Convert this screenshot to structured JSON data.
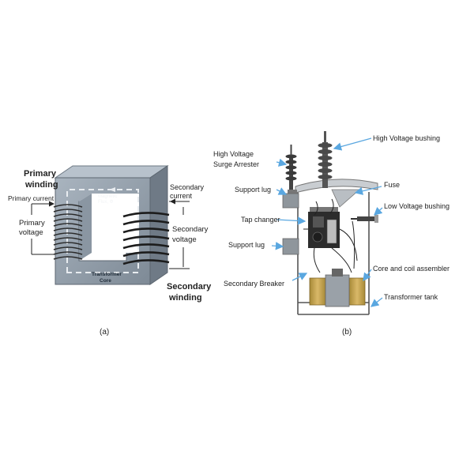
{
  "panel_a": {
    "labels": {
      "primary_winding": [
        "Primary",
        "winding"
      ],
      "primary_current": "Primary current",
      "primary_voltage": [
        "Primary",
        "voltage"
      ],
      "magnetic_flux": [
        "Magnetic",
        "Flux, Φ"
      ],
      "transformer_core": [
        "Transformer",
        "Core"
      ],
      "secondary_current": [
        "Secondary",
        "current"
      ],
      "secondary_voltage": [
        "Secondary",
        "voltage"
      ],
      "secondary_winding": [
        "Secondary",
        "winding"
      ]
    },
    "caption": "(a)",
    "colors": {
      "core": "#8d9aa6",
      "core_light": "#b4bec8",
      "core_dark": "#6d7883",
      "winding": "#2a2a2a"
    }
  },
  "panel_b": {
    "labels": {
      "hv_bushing": "High Voltage bushing",
      "hv_surge_arrester": [
        "High Voltage",
        "Surge Arrester"
      ],
      "support_lug_1": "Support lug",
      "fuse": "Fuse",
      "tap_changer": "Tap changer",
      "lv_bushing": "Low Voltage bushing",
      "support_lug_2": "Support lug",
      "core_coil": "Core and coil assembler",
      "secondary_breaker": "Secondary Breaker",
      "transformer_tank": "Transformer tank"
    },
    "caption": "(b)",
    "colors": {
      "arrow": "#5aa7e0",
      "metal": "#c9cdd1",
      "coil": "#c9a54e"
    }
  }
}
